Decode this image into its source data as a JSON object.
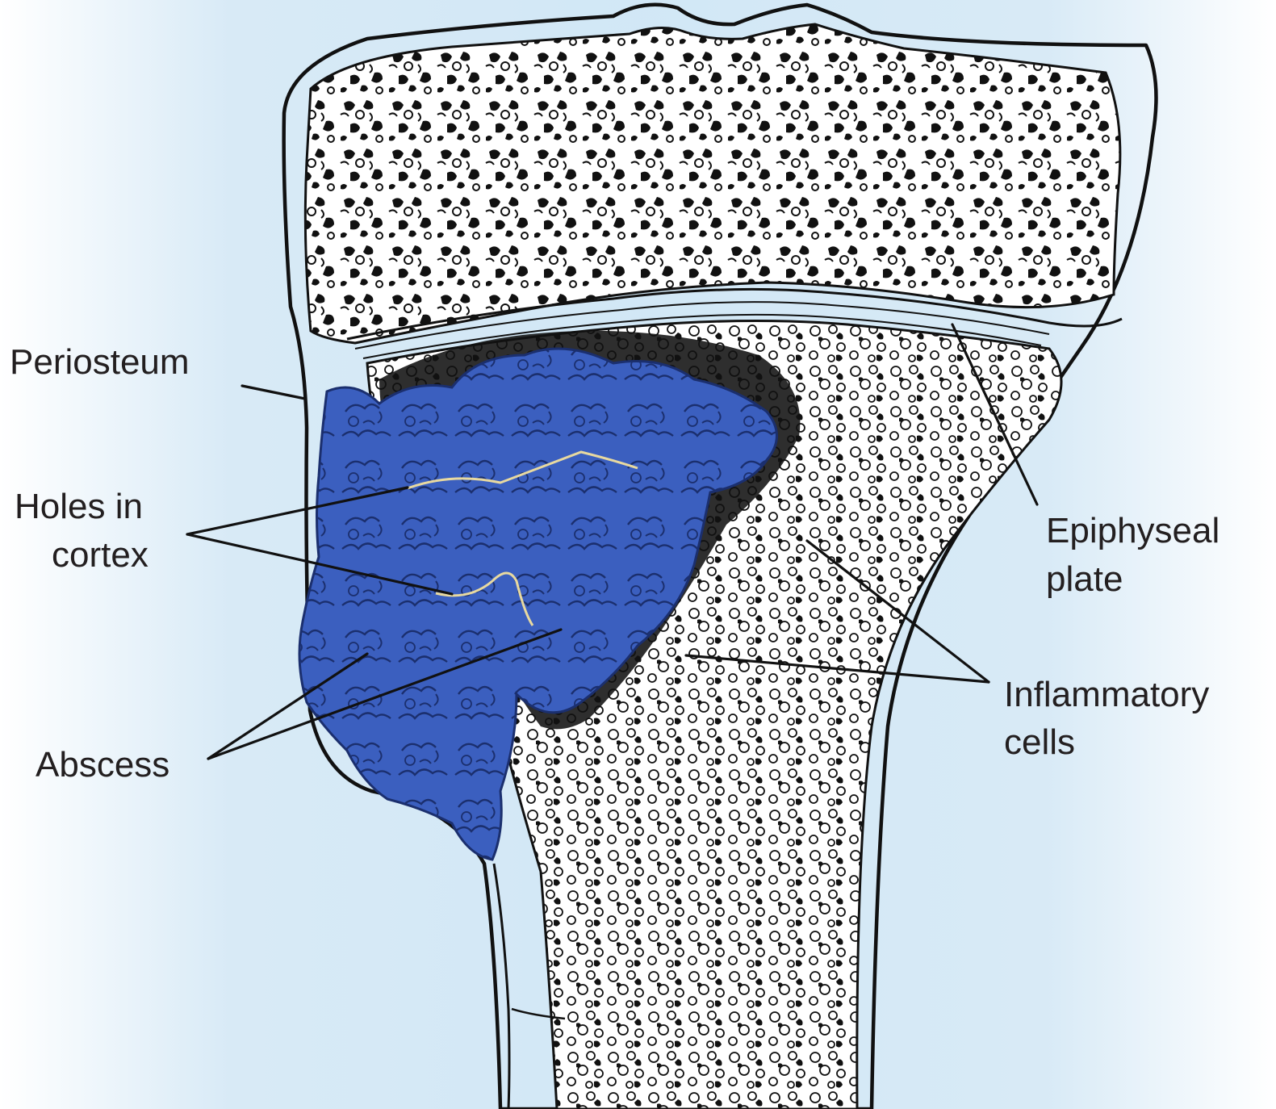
{
  "labels": {
    "periosteum": "Periosteum",
    "holes_line1": "Holes in",
    "holes_line2": "cortex",
    "abscess": "Abscess",
    "epiphyseal_line1": "Epiphyseal",
    "epiphyseal_line2": "plate",
    "inflammatory_line1": "Inflammatory",
    "inflammatory_line2": "cells"
  },
  "colors": {
    "background_glow": "#cfe6f5",
    "abscess_fill": "#3b5fbf",
    "bone_fill": "#ffffff",
    "ink": "#111111"
  }
}
